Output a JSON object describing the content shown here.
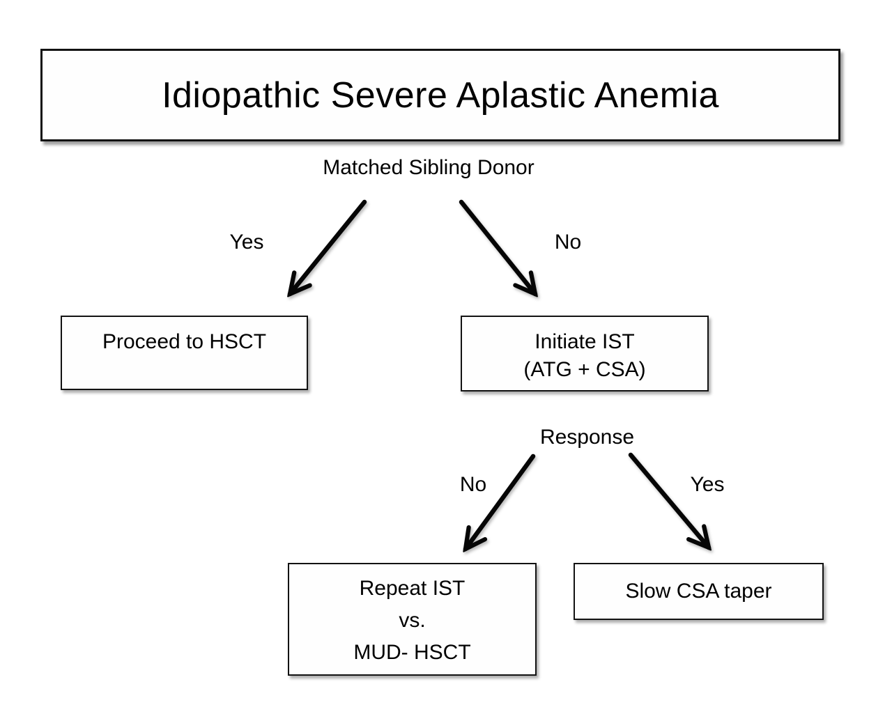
{
  "diagram": {
    "title": "Idiopathic Severe Aplastic Anemia",
    "decisions": [
      {
        "id": "matched-sibling-donor",
        "label": "Matched Sibling Donor"
      },
      {
        "id": "response",
        "label": "Response"
      }
    ],
    "branches": [
      {
        "id": "msd-yes",
        "label": "Yes"
      },
      {
        "id": "msd-no",
        "label": "No"
      },
      {
        "id": "response-no",
        "label": "No"
      },
      {
        "id": "response-yes",
        "label": "Yes"
      }
    ],
    "boxes": [
      {
        "id": "proceed-hsct",
        "lines": [
          "Proceed to HSCT"
        ]
      },
      {
        "id": "initiate-ist",
        "lines": [
          "Initiate IST",
          "(ATG + CSA)"
        ]
      },
      {
        "id": "repeat-ist",
        "lines": [
          "Repeat IST",
          "vs.",
          "MUD- HSCT"
        ]
      },
      {
        "id": "slow-csa-taper",
        "lines": [
          "Slow CSA taper"
        ]
      }
    ],
    "colors": {
      "ink": "#000000",
      "background": "#ffffff",
      "box_shadow": "#b0b0b0"
    }
  }
}
